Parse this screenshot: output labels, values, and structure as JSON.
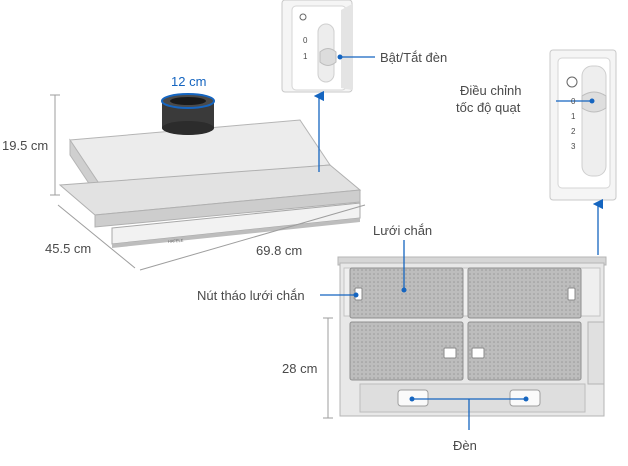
{
  "dimensions": {
    "duct_diameter": "12 cm",
    "height": "19.5 cm",
    "depth": "45.5 cm",
    "width": "69.8 cm",
    "bottom_view_depth": "28 cm"
  },
  "callouts": {
    "light_switch": "Bật/Tắt đèn",
    "fan_speed_line1": "Điều chỉnh",
    "fan_speed_line2": "tốc độ quạt",
    "grease_filter": "Lưới chắn",
    "filter_release": "Nút tháo lưới chắn",
    "lights": "Đèn"
  },
  "light_switch_panel": {
    "positions": [
      "0",
      "1"
    ]
  },
  "fan_speed_panel": {
    "positions": [
      "0",
      "1",
      "2",
      "3"
    ]
  },
  "brand_mark": "HAFELE",
  "colors": {
    "accent": "#1565c0",
    "line": "#9e9e9e",
    "metal": "#e6e6e6"
  }
}
